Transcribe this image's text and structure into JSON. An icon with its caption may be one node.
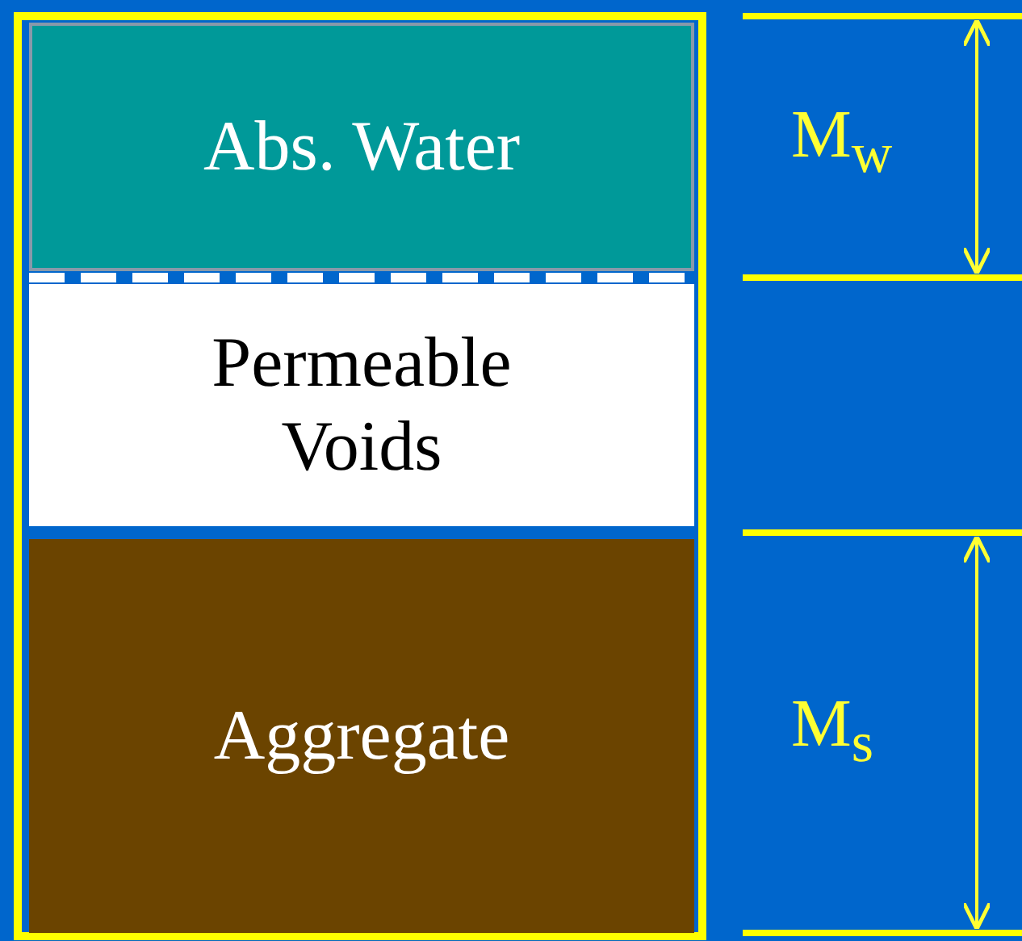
{
  "diagram": {
    "nodes": [
      {
        "text": [
          "Abs. Water"
        ]
      },
      {
        "text": [
          "Permeable Voids"
        ]
      },
      {
        "text": [
          "Aggregate"
        ]
      }
    ],
    "labels": [
      "M$_{w}$",
      "M$_{s}$"
    ]
  }
}
